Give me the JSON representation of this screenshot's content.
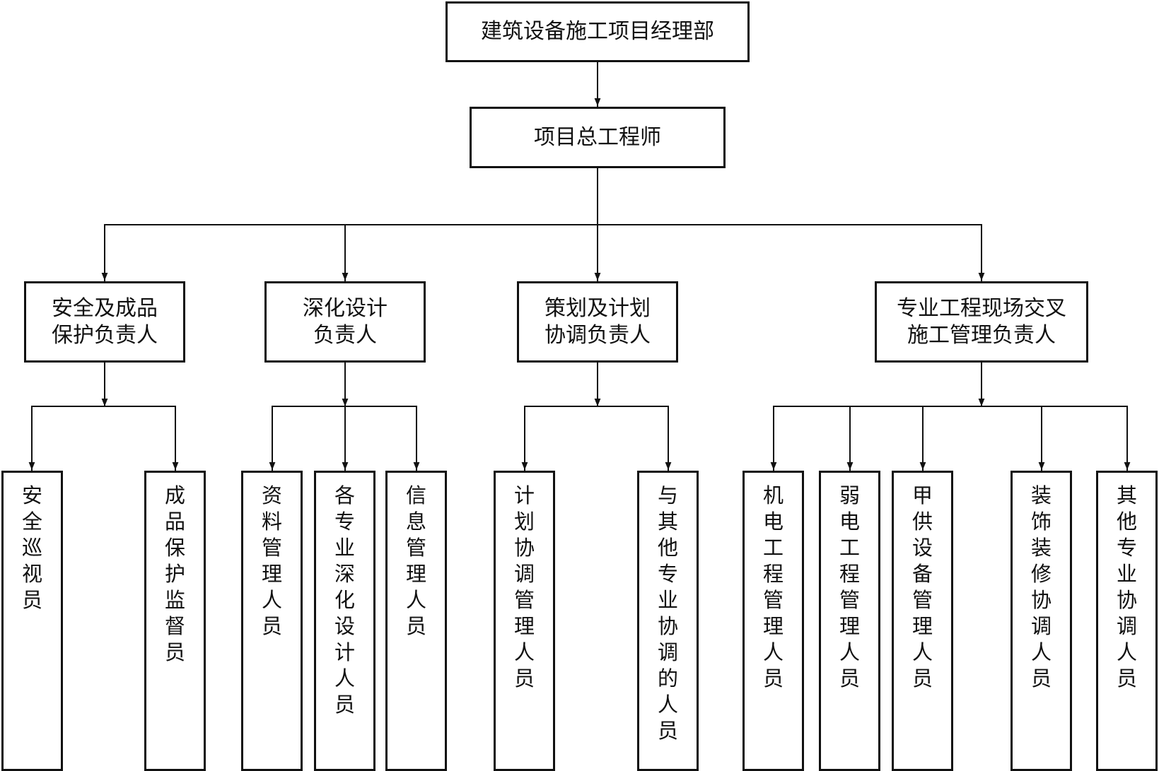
{
  "root": "建筑设备施工项目经理部",
  "chief": "项目总工程师",
  "managers": [
    {
      "lines": [
        "安全及成品",
        "保护负责人"
      ]
    },
    {
      "lines": [
        "深化设计",
        "负责人"
      ]
    },
    {
      "lines": [
        "策划及计划",
        "协调负责人"
      ]
    },
    {
      "lines": [
        "专业工程现场交叉",
        "施工管理负责人"
      ]
    }
  ],
  "staff": [
    "安全巡视员",
    "成品保护监督员",
    "资料管理人员",
    "各专业深化设计人员",
    "信息管理人员",
    "计划协调管理人员",
    "与其他专业协调的人员",
    "机电工程管理人员",
    "弱电工程管理人员",
    "甲供设备管理人员",
    "装饰装修协调人员",
    "其他专业协调人员"
  ]
}
